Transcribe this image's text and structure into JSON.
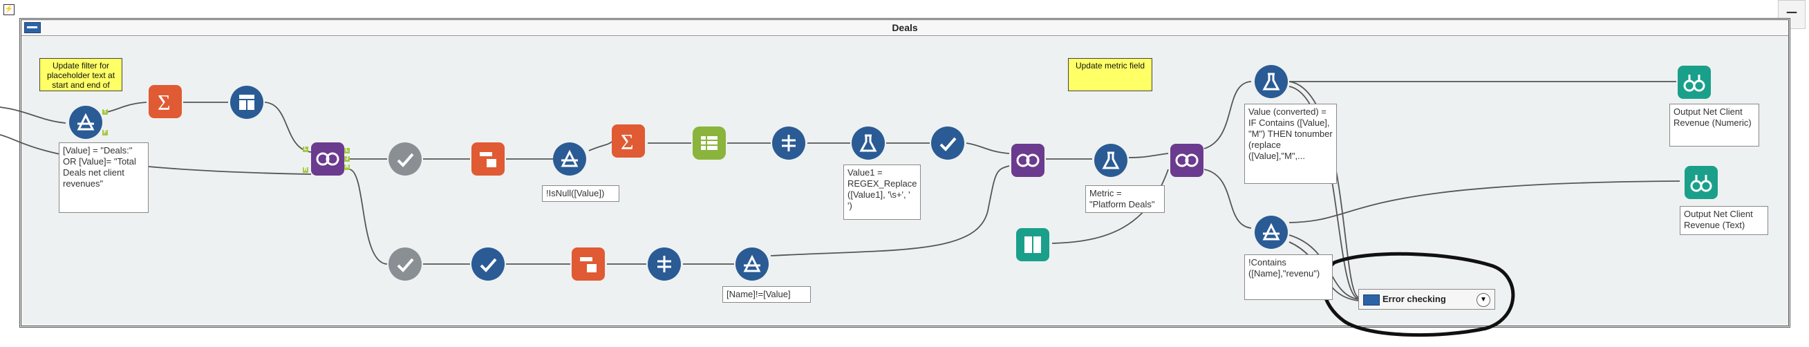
{
  "canvas": {
    "container_title": "Deals",
    "minimize_label": "−",
    "corner_glyph": "⚡",
    "colors": {
      "filter": "#2a5b95",
      "summarize": "#e05a33",
      "join": "#6b3b8f",
      "formula": "#2a5b95",
      "output": "#1aa08a",
      "anchor": "#a5c84a"
    }
  },
  "comments": [
    {
      "text": "Update filter for placeholder text at start and end of"
    },
    {
      "text": "Update metric field"
    }
  ],
  "annotations": {
    "filter1": "[Value] = \"Deals:\" OR [Value]= \"Total Deals net client revenues\"",
    "filter2": "!IsNull([Value])",
    "formula_regex": "Value1 = REGEX_Replace ([Value1], '\\s+', ' ')",
    "filter3": "[Name]!=[Value]",
    "formula_metric": "Metric = \"Platform Deals\"",
    "formula_value": "Value (converted) = IF Contains ([Value], \"M\") THEN tonumber (replace ([Value],\"M\",...",
    "filter4": "!Contains ([Name],\"revenu\")",
    "output_numeric": "Output Net Client Revenue (Numeric)",
    "output_text": "Output Net Client Revenue (Text)"
  },
  "anchor_labels": {
    "true": "T",
    "false": "F",
    "left": "L",
    "join": "J",
    "right": "R"
  },
  "error_container": {
    "label": "Error checking",
    "dropdown": "▼"
  },
  "icons": [
    "filter-icon",
    "summarize-icon",
    "formula-icon",
    "join-icon",
    "sample-icon",
    "select-icon",
    "crosstab-icon",
    "transpose-icon",
    "browse-icon",
    "text-input-icon"
  ]
}
